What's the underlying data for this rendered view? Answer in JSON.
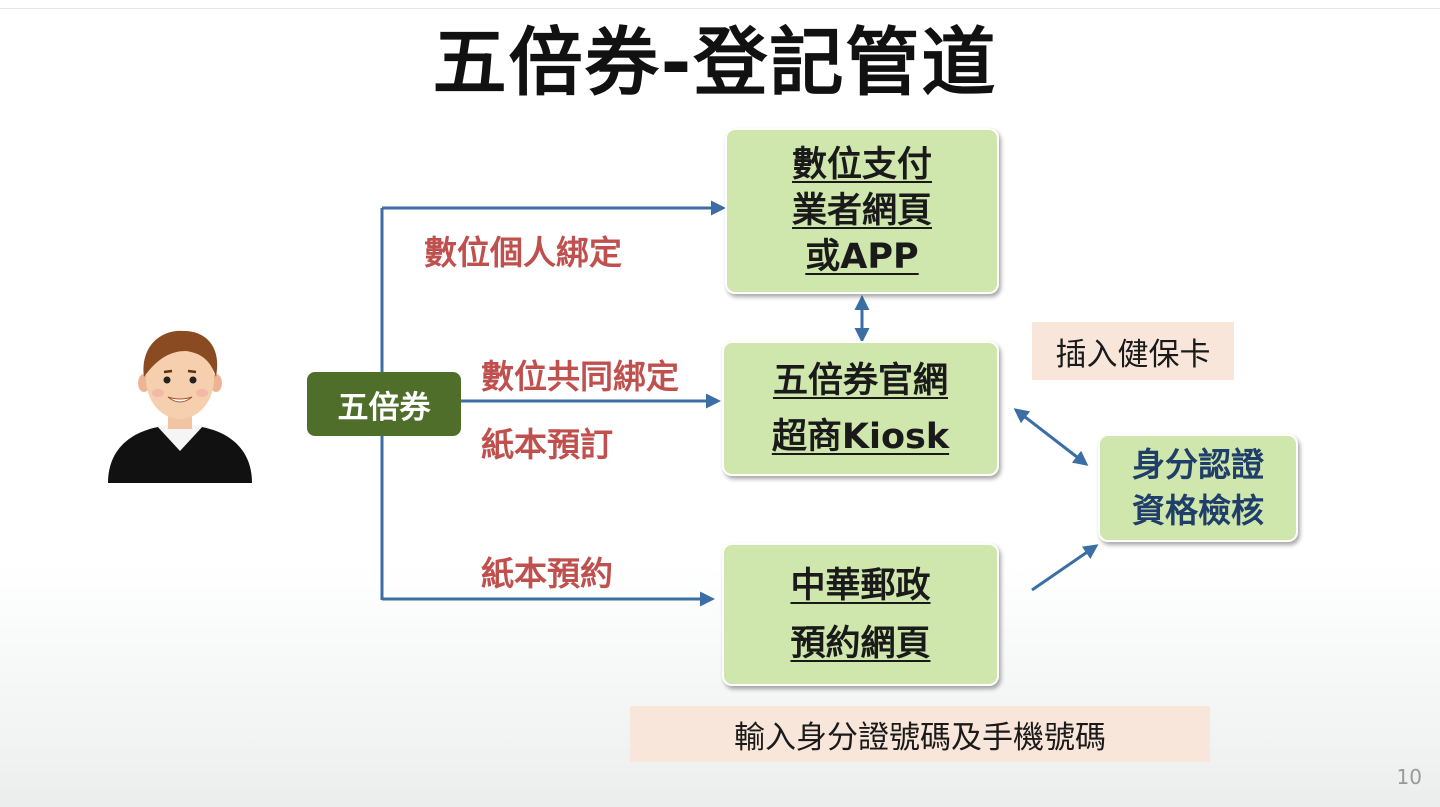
{
  "title": "五倍券-登記管道",
  "source_node": {
    "label": "五倍券"
  },
  "branch_labels": {
    "digital_personal": "數位個人綁定",
    "digital_common": "數位共同綁定",
    "paper_order": "紙本預訂",
    "paper_reserve": "紙本預約"
  },
  "targets": {
    "digital_payment": {
      "lines": [
        "數位支付",
        "業者網頁",
        "或APP"
      ]
    },
    "official_site": {
      "lines": [
        "五倍券官網",
        "超商Kiosk"
      ]
    },
    "post_office": {
      "lines": [
        "中華郵政",
        "預約網頁"
      ]
    },
    "verification": {
      "lines": [
        "身分認證",
        "資格檢核"
      ]
    }
  },
  "notes": {
    "insert_card": "插入健保卡",
    "input_ids": "輸入身分證號碼及手機號碼"
  },
  "page_number": "10",
  "colors": {
    "box_fill": "#cfe6ac",
    "source_fill": "#4f6e2a",
    "label_red": "#c0504d",
    "arrow_blue": "#3b6ea5",
    "note_fill": "#f8e6da"
  }
}
